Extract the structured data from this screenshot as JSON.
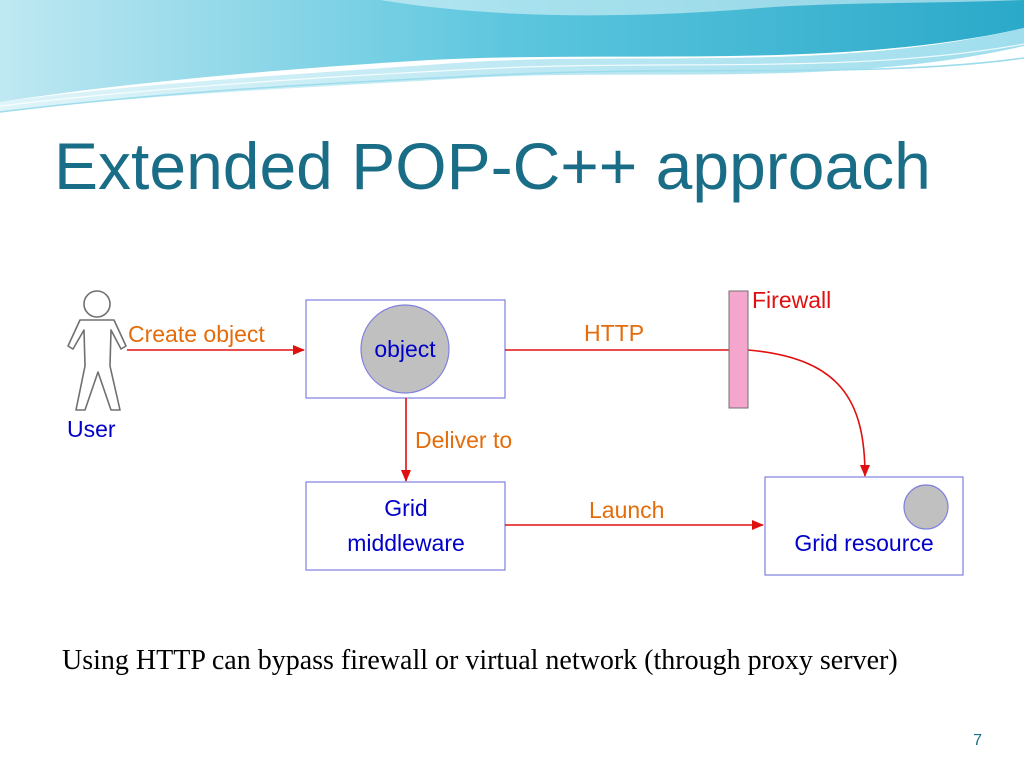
{
  "slide": {
    "title": "Extended POP-C++ approach",
    "caption": "Using HTTP can bypass firewall or virtual network (through proxy server)",
    "page_number": "7"
  },
  "diagram": {
    "user_label": "User",
    "object_label": "object",
    "grid_middleware_line1": "Grid",
    "grid_middleware_line2": "middleware",
    "grid_resource_label": "Grid resource",
    "firewall_label": "Firewall",
    "edges": {
      "create_object": "Create object",
      "http": "HTTP",
      "deliver_to": "Deliver to",
      "launch": "Launch"
    }
  },
  "colors": {
    "title": "#1a6d86",
    "arrow": "#e01010",
    "edge_label": "#e46c0a",
    "node_label": "#0000c8",
    "box_border": "#8080e0",
    "firewall_fill": "#f4a6cc",
    "circle_fill": "#c0c0c0"
  }
}
